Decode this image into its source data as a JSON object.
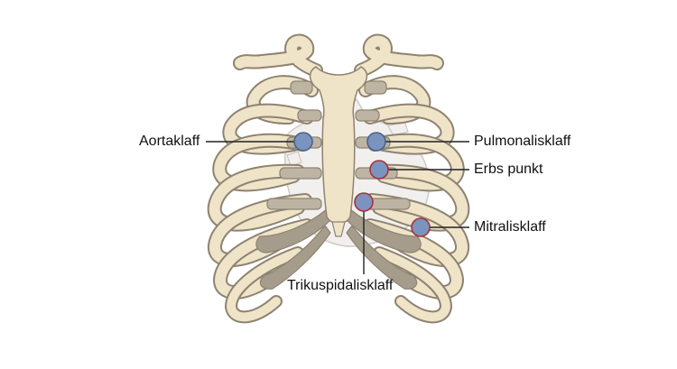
{
  "labels": {
    "aortic": "Aortaklaff",
    "pulmonic": "Pulmonalisklaff",
    "erb": "Erbs punkt",
    "mitral": "Mitralisklaff",
    "tricuspid": "Trikuspidalisklaff"
  },
  "colors": {
    "bone": "#efe3c8",
    "bone_outline": "#8e8371",
    "cartilage": "#bdb4a4",
    "lower_cartilage": "#a69c8b",
    "heart": "#f2f0ee",
    "heart_outline": "#cfc9c2",
    "marker_fill": "#7b94bf",
    "marker_outline_blue": "#4a6389",
    "marker_outline_red": "#a8323a",
    "leader_line": "#222222"
  },
  "icons": {
    "aortic": "auscultation-point-marker",
    "pulmonic": "auscultation-point-marker",
    "erb": "auscultation-point-marker",
    "mitral": "auscultation-point-marker",
    "tricuspid": "auscultation-point-marker"
  }
}
